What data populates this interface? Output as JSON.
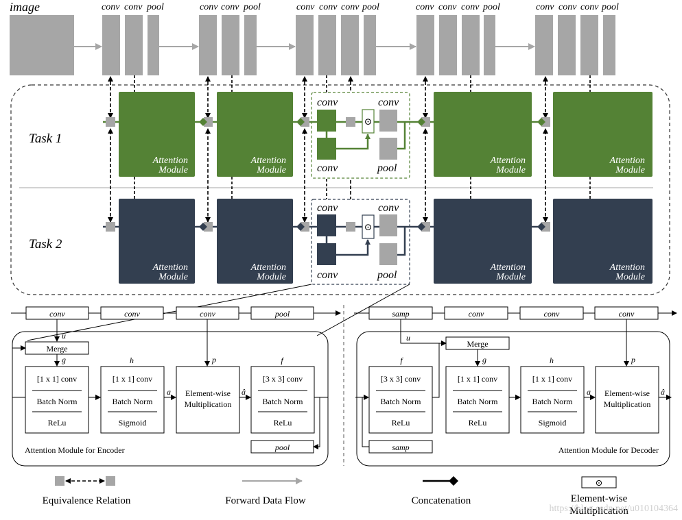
{
  "header": {
    "image_label": "image",
    "groups": [
      {
        "labels": [
          "conv",
          "conv",
          "pool"
        ]
      },
      {
        "labels": [
          "conv",
          "conv",
          "pool"
        ]
      },
      {
        "labels": [
          "conv",
          "conv",
          "conv",
          "pool"
        ]
      },
      {
        "labels": [
          "conv",
          "conv",
          "conv",
          "pool"
        ]
      },
      {
        "labels": [
          "conv",
          "conv",
          "conv",
          "pool"
        ]
      }
    ]
  },
  "tasks": {
    "task1": "Task 1",
    "task2": "Task 2",
    "attention_label_1": "Attention",
    "attention_label_2": "Module",
    "detail": {
      "conv": "conv",
      "pool": "pool",
      "odot": "⊙"
    }
  },
  "encoder": {
    "top_labels": [
      "conv",
      "conv",
      "conv",
      "pool"
    ],
    "title": "Attention Module for Encoder",
    "merge": "Merge",
    "u": "u",
    "g": "g",
    "h": "h",
    "p": "p",
    "f": "f",
    "a": "a",
    "ahat": "â",
    "box1": [
      "[1 x 1] conv",
      "Batch Norm",
      "ReLu"
    ],
    "box2": [
      "[1 x 1] conv",
      "Batch Norm",
      "Sigmoid"
    ],
    "box3": [
      "Element-wise",
      "Multiplication"
    ],
    "box4": [
      "[3 x 3] conv",
      "Batch Norm",
      "ReLu"
    ],
    "bottom": "pool"
  },
  "decoder": {
    "top_labels": [
      "samp",
      "conv",
      "conv",
      "conv"
    ],
    "title": "Attention Module for Decoder",
    "merge": "Merge",
    "u": "u",
    "g": "g",
    "h": "h",
    "p": "p",
    "f": "f",
    "a": "a",
    "ahat": "â",
    "box1": [
      "[3 x 3] conv",
      "Batch Norm",
      "ReLu"
    ],
    "box2": [
      "[1 x 1] conv",
      "Batch Norm",
      "ReLu"
    ],
    "box3": [
      "[1 x 1] conv",
      "Batch Norm",
      "Sigmoid"
    ],
    "box4": [
      "Element-wise",
      "Multiplication"
    ],
    "bottom": "samp"
  },
  "legend": {
    "equivalence": "Equivalence Relation",
    "forward": "Forward Data Flow",
    "concat": "Concatenation",
    "elementwise_1": "Element-wise",
    "elementwise_2": "Multiplication",
    "odot": "⊙"
  },
  "watermark": "https://blog.csdn.net/u010104364",
  "colors": {
    "green": "#548235",
    "navy": "#333F50",
    "gray": "#A6A6A6",
    "dark": "#000000"
  }
}
